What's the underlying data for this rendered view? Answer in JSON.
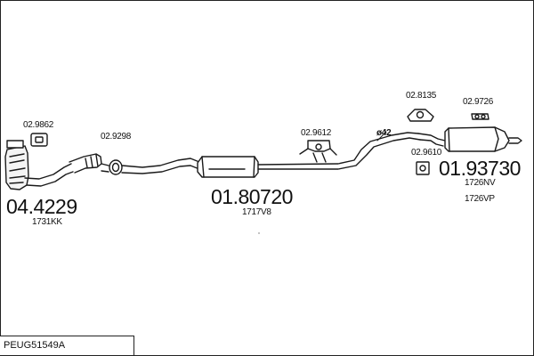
{
  "parts": {
    "cat_converter": {
      "part_no": "04.4229",
      "ref": "1731KK"
    },
    "middle_silencer": {
      "part_no": "01.80720",
      "ref": "1717V8"
    },
    "rear_silencer": {
      "part_no": "01.93730",
      "refs": [
        "1726NV",
        "1726VP"
      ]
    }
  },
  "fittings": [
    "02.9862",
    "02.9298",
    "02.9612",
    "02.8135",
    "02.9726",
    "02.9610"
  ],
  "pipe_diameter": "ø42",
  "diagram_code": "PEUG51549A"
}
